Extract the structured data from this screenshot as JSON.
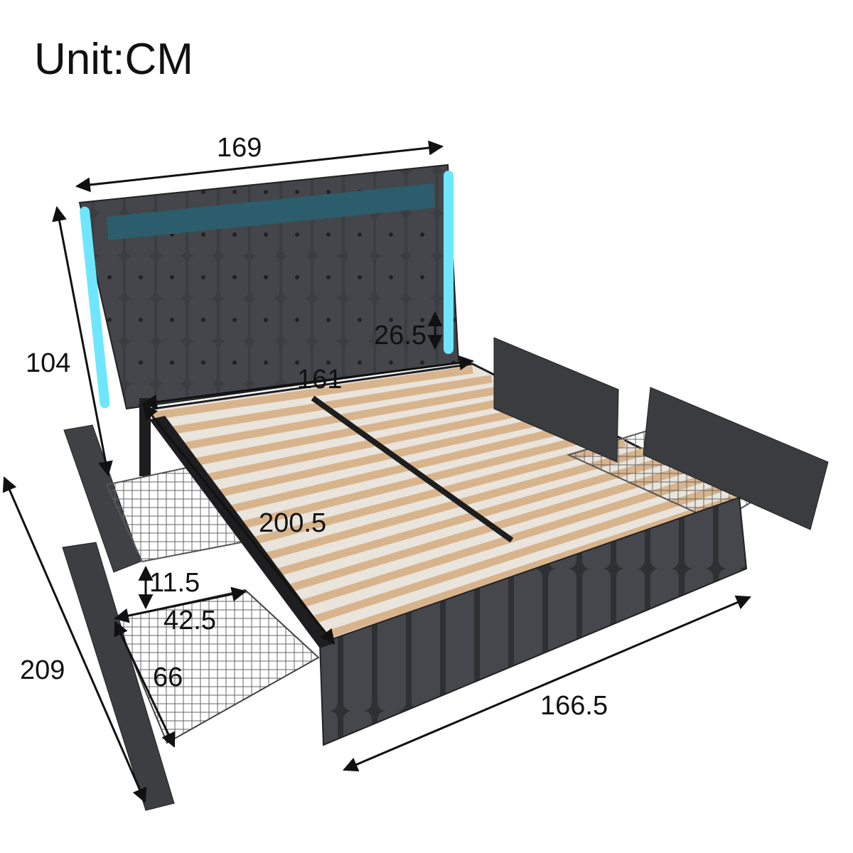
{
  "unit_label": "Unit:CM",
  "dimensions": {
    "headboard_width": "169",
    "headboard_height": "104",
    "led_panel_height": "26.5",
    "slat_width": "161",
    "inner_length": "200.5",
    "drawer_height": "11.5",
    "drawer_width": "42.5",
    "drawer_depth": "66",
    "overall_length": "209",
    "footboard_width": "166.5"
  },
  "colors": {
    "fabric": "#3b3d41",
    "fabric_dark": "#2a2b2e",
    "led": "#6fe6ff",
    "slat": "#d8b48c",
    "frame": "#1e1e20",
    "wire": "#555555"
  }
}
